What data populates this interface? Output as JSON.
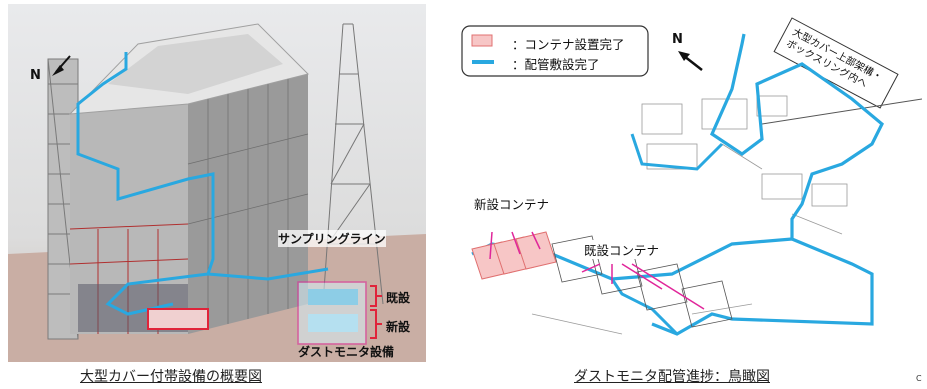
{
  "left": {
    "north": "N",
    "sampling_line": "サンプリングライン",
    "existing": "既設",
    "new": "新設",
    "dust_monitor_equipment": "ダストモニタ設備",
    "caption": "大型カバー付帯設備の概要図"
  },
  "right": {
    "legend": {
      "container_complete": "：コンテナ設置完了",
      "piping_complete": "：配管敷設完了"
    },
    "north": "N",
    "note": "大型カバー上部架構・\nボックスリング内へ",
    "new_container": "新設コンテナ",
    "existing_container": "既設コンテナ",
    "caption": "ダストモニタ配管進捗：鳥瞰図"
  },
  "corner_mark": "C",
  "colors": {
    "pipe": "#29a8e0",
    "bracket_red": "#e0243a",
    "magenta": "#e0269a",
    "container_fill": "#f7c6c6",
    "container_stroke": "#e07070"
  }
}
